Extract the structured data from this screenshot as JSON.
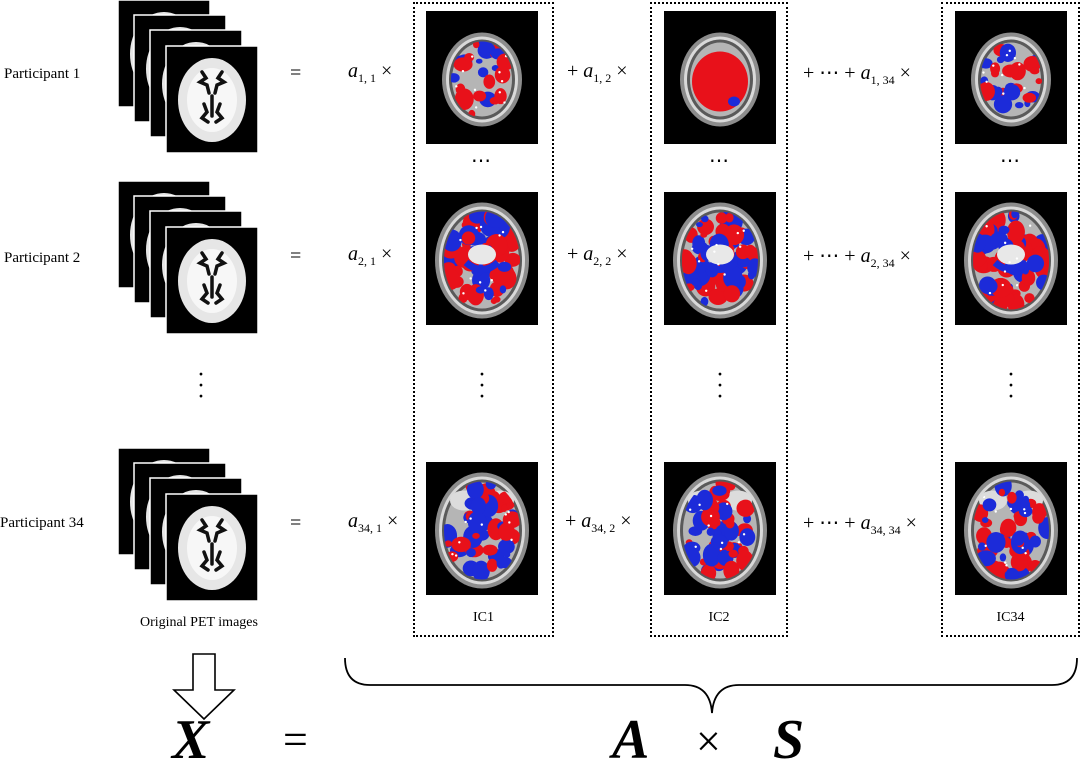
{
  "participants": [
    {
      "label": "Participant 1",
      "coefficients": {
        "ic1": "a",
        "ic1_sub": "1, 1",
        "ic2": "a",
        "ic2_sub": "1, 2",
        "ic34": "a",
        "ic34_sub": "1, 34"
      }
    },
    {
      "label": "Participant 2",
      "coefficients": {
        "ic1": "a",
        "ic1_sub": "2, 1",
        "ic2": "a",
        "ic2_sub": "2, 2",
        "ic34": "a",
        "ic34_sub": "2, 34"
      }
    },
    {
      "label": "Participant 34",
      "coefficients": {
        "ic1": "a",
        "ic1_sub": "34, 1",
        "ic2": "a",
        "ic2_sub": "34, 2",
        "ic34": "a",
        "ic34_sub": "34, 34"
      }
    }
  ],
  "symbols": {
    "equals": "=",
    "times": "×",
    "plus": "+",
    "ellipsis": "⋯",
    "plus_ellipsis_plus": "+ ⋯ +"
  },
  "components": [
    "IC1",
    "IC2",
    "IC34"
  ],
  "caption": "Original PET images",
  "equation": {
    "lhs": "X",
    "equals": "=",
    "a": "A",
    "times": "×",
    "s": "S"
  },
  "colors": {
    "positive": "#e8111a",
    "negative": "#1c2bd9",
    "background": "#000000"
  }
}
